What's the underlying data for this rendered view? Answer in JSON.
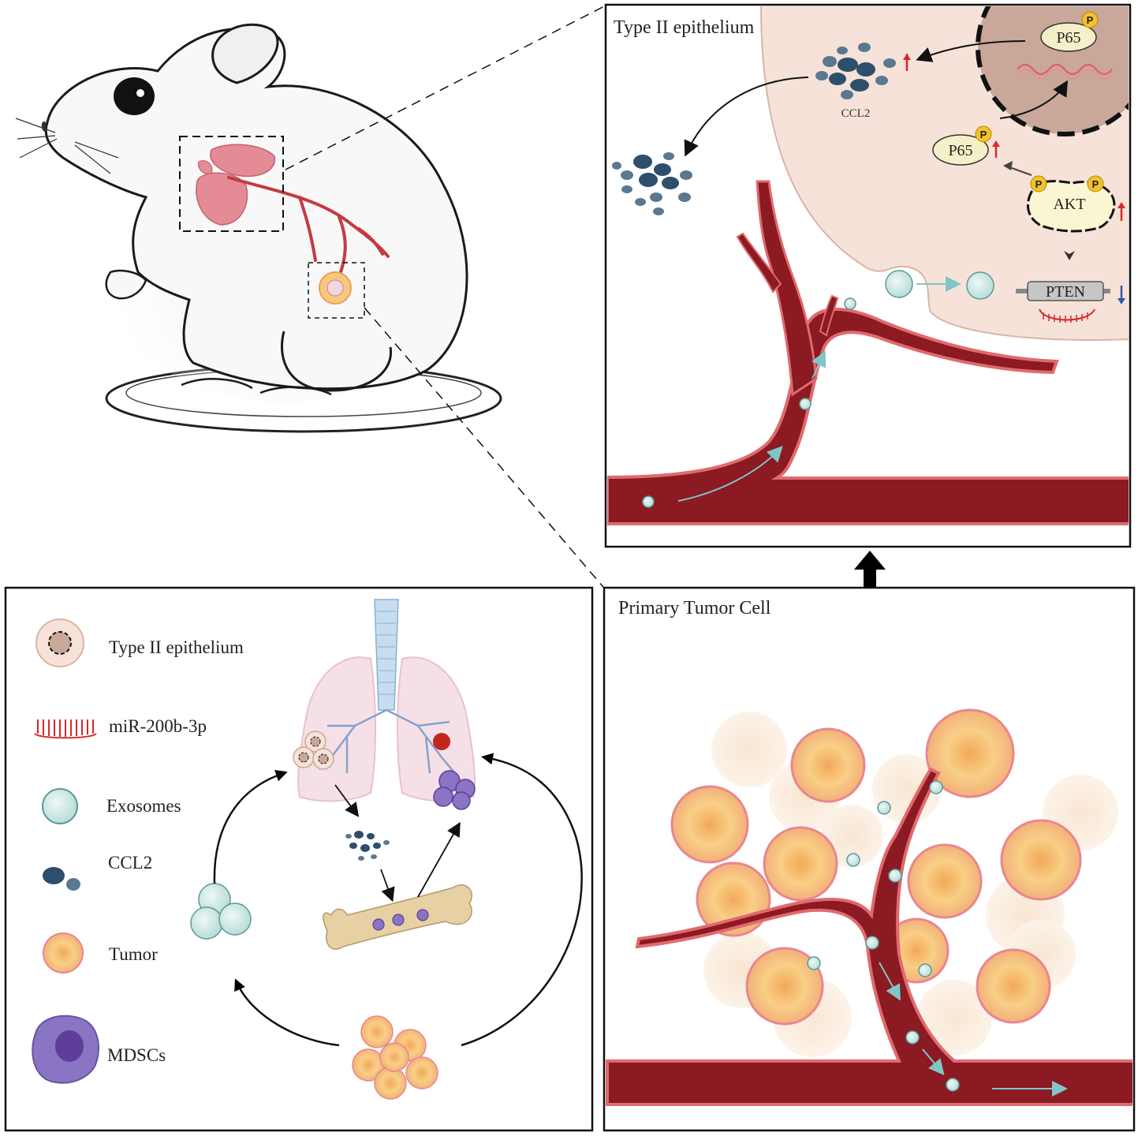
{
  "panels": {
    "lung_panel": {
      "title": "Type II epithelium"
    },
    "tumor_panel": {
      "title": "Primary Tumor Cell"
    }
  },
  "signaling": {
    "ccl2_label": "CCL2",
    "p65_label": "P65",
    "akt_label": "AKT",
    "pten_label": "PTEN",
    "phospho_label": "P",
    "up_arrow_color": "#d8282a",
    "down_arrow_color": "#2a5aa8"
  },
  "legend": {
    "items": [
      {
        "label": "Type II epithelium",
        "icon": "type-ii-epithelium-icon"
      },
      {
        "label": "miR-200b-3p",
        "icon": "mirna-icon"
      },
      {
        "label": "Exosomes",
        "icon": "exosome-icon"
      },
      {
        "label": "CCL2",
        "icon": "ccl2-icon"
      },
      {
        "label": "Tumor",
        "icon": "tumor-icon"
      },
      {
        "label": "MDSCs",
        "icon": "mdsc-icon"
      }
    ]
  },
  "colors": {
    "vessel": "#8b1a22",
    "vessel_edge": "#e06a6e",
    "cell_fill": "#f6e2d8",
    "nucleus_fill": "#c9a89a",
    "ccl2": "#2e4f6b",
    "exosome": "#cfe9e4",
    "tumor": "#f7c77e",
    "mdsc": "#7b63b4",
    "lung": "#e8a0a8"
  }
}
